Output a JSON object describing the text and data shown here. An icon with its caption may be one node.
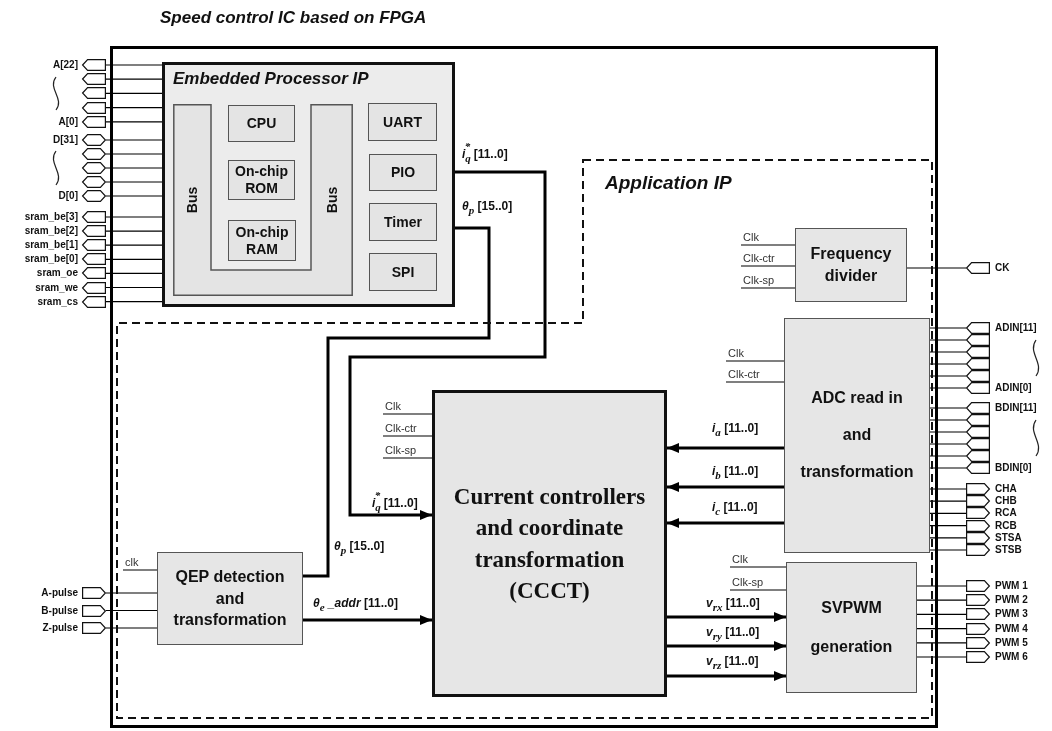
{
  "diagram": {
    "title": "Speed control IC based on FPGA",
    "nodes": [
      {
        "text": [],
        "shape": "box"
      },
      {
        "text": [
          "Embedded Processor IP"
        ],
        "in": 0
      },
      {
        "text": [
          "Bus",
          "Bus"
        ],
        "in": 1
      },
      {
        "text": [
          "CPU"
        ],
        "in": 1
      },
      {
        "text": [
          "On-chip ROM"
        ],
        "in": 1
      },
      {
        "text": [
          "On-chip RAM"
        ],
        "in": 1
      },
      {
        "text": [
          "UART"
        ],
        "in": 1
      },
      {
        "text": [
          "PIO"
        ],
        "in": 1
      },
      {
        "text": [
          "Timer"
        ],
        "in": 1
      },
      {
        "text": [
          "SPI"
        ],
        "in": 1
      },
      {
        "text": [
          "Application IP"
        ],
        "in": 0
      },
      {
        "text": [
          "Frequency divider"
        ],
        "in": 10
      },
      {
        "text": [
          "ADC read in and transformation"
        ],
        "in": 10
      },
      {
        "text": [
          "Current controllers and coordinate transformation (CCCT)"
        ],
        "in": 10
      },
      {
        "text": [
          "QEP detection and transformation"
        ],
        "in": 10
      },
      {
        "text": [
          "SVPWM generation"
        ],
        "in": 10
      },
      {
        "text": [],
        "shape": "port",
        "beside": [
          "A[22]"
        ]
      },
      {
        "text": [],
        "shape": "port"
      },
      {
        "text": [],
        "shape": "port"
      },
      {
        "text": [],
        "shape": "port"
      },
      {
        "text": [],
        "shape": "port",
        "beside": [
          "A[0]"
        ]
      },
      {
        "text": [],
        "shape": "port",
        "beside": [
          "D[31]"
        ]
      },
      {
        "text": [],
        "shape": "port"
      },
      {
        "text": [],
        "shape": "port"
      },
      {
        "text": [],
        "shape": "port"
      },
      {
        "text": [],
        "shape": "port",
        "beside": [
          "D[0]"
        ]
      },
      {
        "text": [],
        "shape": "port",
        "beside": [
          "sram_be[3]"
        ]
      },
      {
        "text": [],
        "shape": "port",
        "beside": [
          "sram_be[2]"
        ]
      },
      {
        "text": [],
        "shape": "port",
        "beside": [
          "sram_be[1]"
        ]
      },
      {
        "text": [],
        "shape": "port",
        "beside": [
          "sram_be[0]"
        ]
      },
      {
        "text": [],
        "shape": "port",
        "beside": [
          "sram_oe"
        ]
      },
      {
        "text": [],
        "shape": "port",
        "beside": [
          "sram_we"
        ]
      },
      {
        "text": [],
        "shape": "port",
        "beside": [
          "sram_cs"
        ]
      },
      {
        "text": [],
        "shape": "port",
        "beside": [
          "A-pulse"
        ]
      },
      {
        "text": [],
        "shape": "port",
        "beside": [
          "B-pulse"
        ]
      },
      {
        "text": [],
        "shape": "port",
        "beside": [
          "Z-pulse"
        ]
      },
      {
        "text": [],
        "shape": "port",
        "beside": [
          "CK"
        ]
      },
      {
        "text": [],
        "shape": "port",
        "beside": [
          "ADIN[11]"
        ]
      },
      {
        "text": [],
        "shape": "port"
      },
      {
        "text": [],
        "shape": "port"
      },
      {
        "text": [],
        "shape": "port"
      },
      {
        "text": [],
        "shape": "port"
      },
      {
        "text": [],
        "shape": "port",
        "beside": [
          "ADIN[0]"
        ]
      },
      {
        "text": [],
        "shape": "port",
        "beside": [
          "BDIN[11]"
        ]
      },
      {
        "text": [],
        "shape": "port"
      },
      {
        "text": [],
        "shape": "port"
      },
      {
        "text": [],
        "shape": "port"
      },
      {
        "text": [],
        "shape": "port"
      },
      {
        "text": [],
        "shape": "port",
        "beside": [
          "BDIN[0]"
        ]
      },
      {
        "text": [],
        "shape": "port",
        "beside": [
          "CHA"
        ]
      },
      {
        "text": [],
        "shape": "port",
        "beside": [
          "CHB"
        ]
      },
      {
        "text": [],
        "shape": "port",
        "beside": [
          "RCA"
        ]
      },
      {
        "text": [],
        "shape": "port",
        "beside": [
          "RCB"
        ]
      },
      {
        "text": [],
        "shape": "port",
        "beside": [
          "STSA"
        ]
      },
      {
        "text": [],
        "shape": "port",
        "beside": [
          "STSB"
        ]
      },
      {
        "text": [],
        "shape": "port",
        "beside": [
          "PWM 1"
        ]
      },
      {
        "text": [],
        "shape": "port",
        "beside": [
          "PWM 2"
        ]
      },
      {
        "text": [],
        "shape": "port",
        "beside": [
          "PWM 3"
        ]
      },
      {
        "text": [],
        "shape": "port",
        "beside": [
          "PWM 4"
        ]
      },
      {
        "text": [],
        "shape": "port",
        "beside": [
          "PWM 5"
        ]
      },
      {
        "text": [],
        "shape": "port",
        "beside": [
          "PWM 6"
        ]
      }
    ],
    "edges": [
      {
        "from": 7,
        "to": 13,
        "arrow": "to",
        "label": "*i*$_{q}$$^{*}$ [11..0]",
        "style": "thick"
      },
      {
        "from": 14,
        "to": 8,
        "arrow": "to",
        "label": "*θ*$_{p}$ [15..0]",
        "style": "thick"
      },
      {
        "from": 14,
        "to": 13,
        "arrow": "to",
        "label": "*θ*$_{e}$ *_addr* [11..0]",
        "style": "thick"
      },
      {
        "from": 12,
        "to": 13,
        "arrow": "to",
        "label": "*i*$_{a}$ [11..0]",
        "style": "thick"
      },
      {
        "from": 12,
        "to": 13,
        "arrow": "to",
        "label": "*i*$_{b}$ [11..0]",
        "style": "thick"
      },
      {
        "from": 12,
        "to": 13,
        "arrow": "to",
        "label": "*i*$_{c}$ [11..0]",
        "style": "thick"
      },
      {
        "from": 13,
        "to": 15,
        "arrow": "to",
        "label": "*v*$_{rx}$ [11..0]",
        "style": "thick"
      },
      {
        "from": 13,
        "to": 15,
        "arrow": "to",
        "label": "*v*$_{ry}$ [11..0]",
        "style": "thick"
      },
      {
        "from": 13,
        "to": 15,
        "arrow": "to",
        "label": "*v*$_{rz}$ [11..0]",
        "style": "thick"
      },
      {
        "from": null,
        "to": 11,
        "arrow": "none",
        "label": "Clk"
      },
      {
        "from": null,
        "to": 11,
        "arrow": "none",
        "label": "Clk-ctr"
      },
      {
        "from": null,
        "to": 11,
        "arrow": "none",
        "label": "Clk-sp"
      },
      {
        "from": null,
        "to": 12,
        "arrow": "none",
        "label": "Clk"
      },
      {
        "from": null,
        "to": 12,
        "arrow": "none",
        "label": "Clk-ctr"
      },
      {
        "from": null,
        "to": 13,
        "arrow": "none",
        "label": "Clk"
      },
      {
        "from": null,
        "to": 13,
        "arrow": "none",
        "label": "Clk-ctr"
      },
      {
        "from": null,
        "to": 13,
        "arrow": "none",
        "label": "Clk-sp"
      },
      {
        "from": null,
        "to": 14,
        "arrow": "none",
        "label": "clk"
      },
      {
        "from": null,
        "to": 15,
        "arrow": "none",
        "label": "Clk"
      },
      {
        "from": null,
        "to": 15,
        "arrow": "none",
        "label": "Clk-sp"
      },
      {
        "from": 11,
        "to": 36,
        "arrow": "none"
      },
      {
        "from": 16,
        "to": 1,
        "arrow": "none"
      },
      {
        "from": 17,
        "to": 1,
        "arrow": "none"
      },
      {
        "from": 18,
        "to": 1,
        "arrow": "none"
      },
      {
        "from": 19,
        "to": 1,
        "arrow": "none"
      },
      {
        "from": 20,
        "to": 1,
        "arrow": "none"
      },
      {
        "from": 21,
        "to": 1,
        "arrow": "none"
      },
      {
        "from": 22,
        "to": 1,
        "arrow": "none"
      },
      {
        "from": 23,
        "to": 1,
        "arrow": "none"
      },
      {
        "from": 24,
        "to": 1,
        "arrow": "none"
      },
      {
        "from": 25,
        "to": 1,
        "arrow": "none"
      },
      {
        "from": 26,
        "to": 1,
        "arrow": "none"
      },
      {
        "from": 27,
        "to": 1,
        "arrow": "none"
      },
      {
        "from": 28,
        "to": 1,
        "arrow": "none"
      },
      {
        "from": 29,
        "to": 1,
        "arrow": "none"
      },
      {
        "from": 30,
        "to": 1,
        "arrow": "none"
      },
      {
        "from": 31,
        "to": 1,
        "arrow": "none"
      },
      {
        "from": 32,
        "to": 1,
        "arrow": "none"
      },
      {
        "from": 33,
        "to": 14,
        "arrow": "none"
      },
      {
        "from": 34,
        "to": 14,
        "arrow": "none"
      },
      {
        "from": 35,
        "to": 14,
        "arrow": "none"
      },
      {
        "from": 37,
        "to": 12,
        "arrow": "none"
      },
      {
        "from": 38,
        "to": 12,
        "arrow": "none"
      },
      {
        "from": 39,
        "to": 12,
        "arrow": "none"
      },
      {
        "from": 40,
        "to": 12,
        "arrow": "none"
      },
      {
        "from": 41,
        "to": 12,
        "arrow": "none"
      },
      {
        "from": 42,
        "to": 12,
        "arrow": "none"
      },
      {
        "from": 43,
        "to": 12,
        "arrow": "none"
      },
      {
        "from": 44,
        "to": 12,
        "arrow": "none"
      },
      {
        "from": 45,
        "to": 12,
        "arrow": "none"
      },
      {
        "from": 46,
        "to": 12,
        "arrow": "none"
      },
      {
        "from": 47,
        "to": 12,
        "arrow": "none"
      },
      {
        "from": 48,
        "to": 12,
        "arrow": "none"
      },
      {
        "from": 49,
        "to": 12,
        "arrow": "none"
      },
      {
        "from": 50,
        "to": 12,
        "arrow": "none"
      },
      {
        "from": 51,
        "to": 12,
        "arrow": "none"
      },
      {
        "from": 52,
        "to": 12,
        "arrow": "none"
      },
      {
        "from": 53,
        "to": 12,
        "arrow": "none"
      },
      {
        "from": 54,
        "to": 12,
        "arrow": "none"
      },
      {
        "from": 15,
        "to": 55,
        "arrow": "none"
      },
      {
        "from": 15,
        "to": 56,
        "arrow": "none"
      },
      {
        "from": 15,
        "to": 57,
        "arrow": "none"
      },
      {
        "from": 15,
        "to": 58,
        "arrow": "none"
      },
      {
        "from": 15,
        "to": 59,
        "arrow": "none"
      },
      {
        "from": 15,
        "to": 60,
        "arrow": "none"
      }
    ],
    "labels": [
      "*i*$_{q}$$^{*}$ [11..0]",
      "*θ*$_{p}$ [15..0]"
    ]
  }
}
